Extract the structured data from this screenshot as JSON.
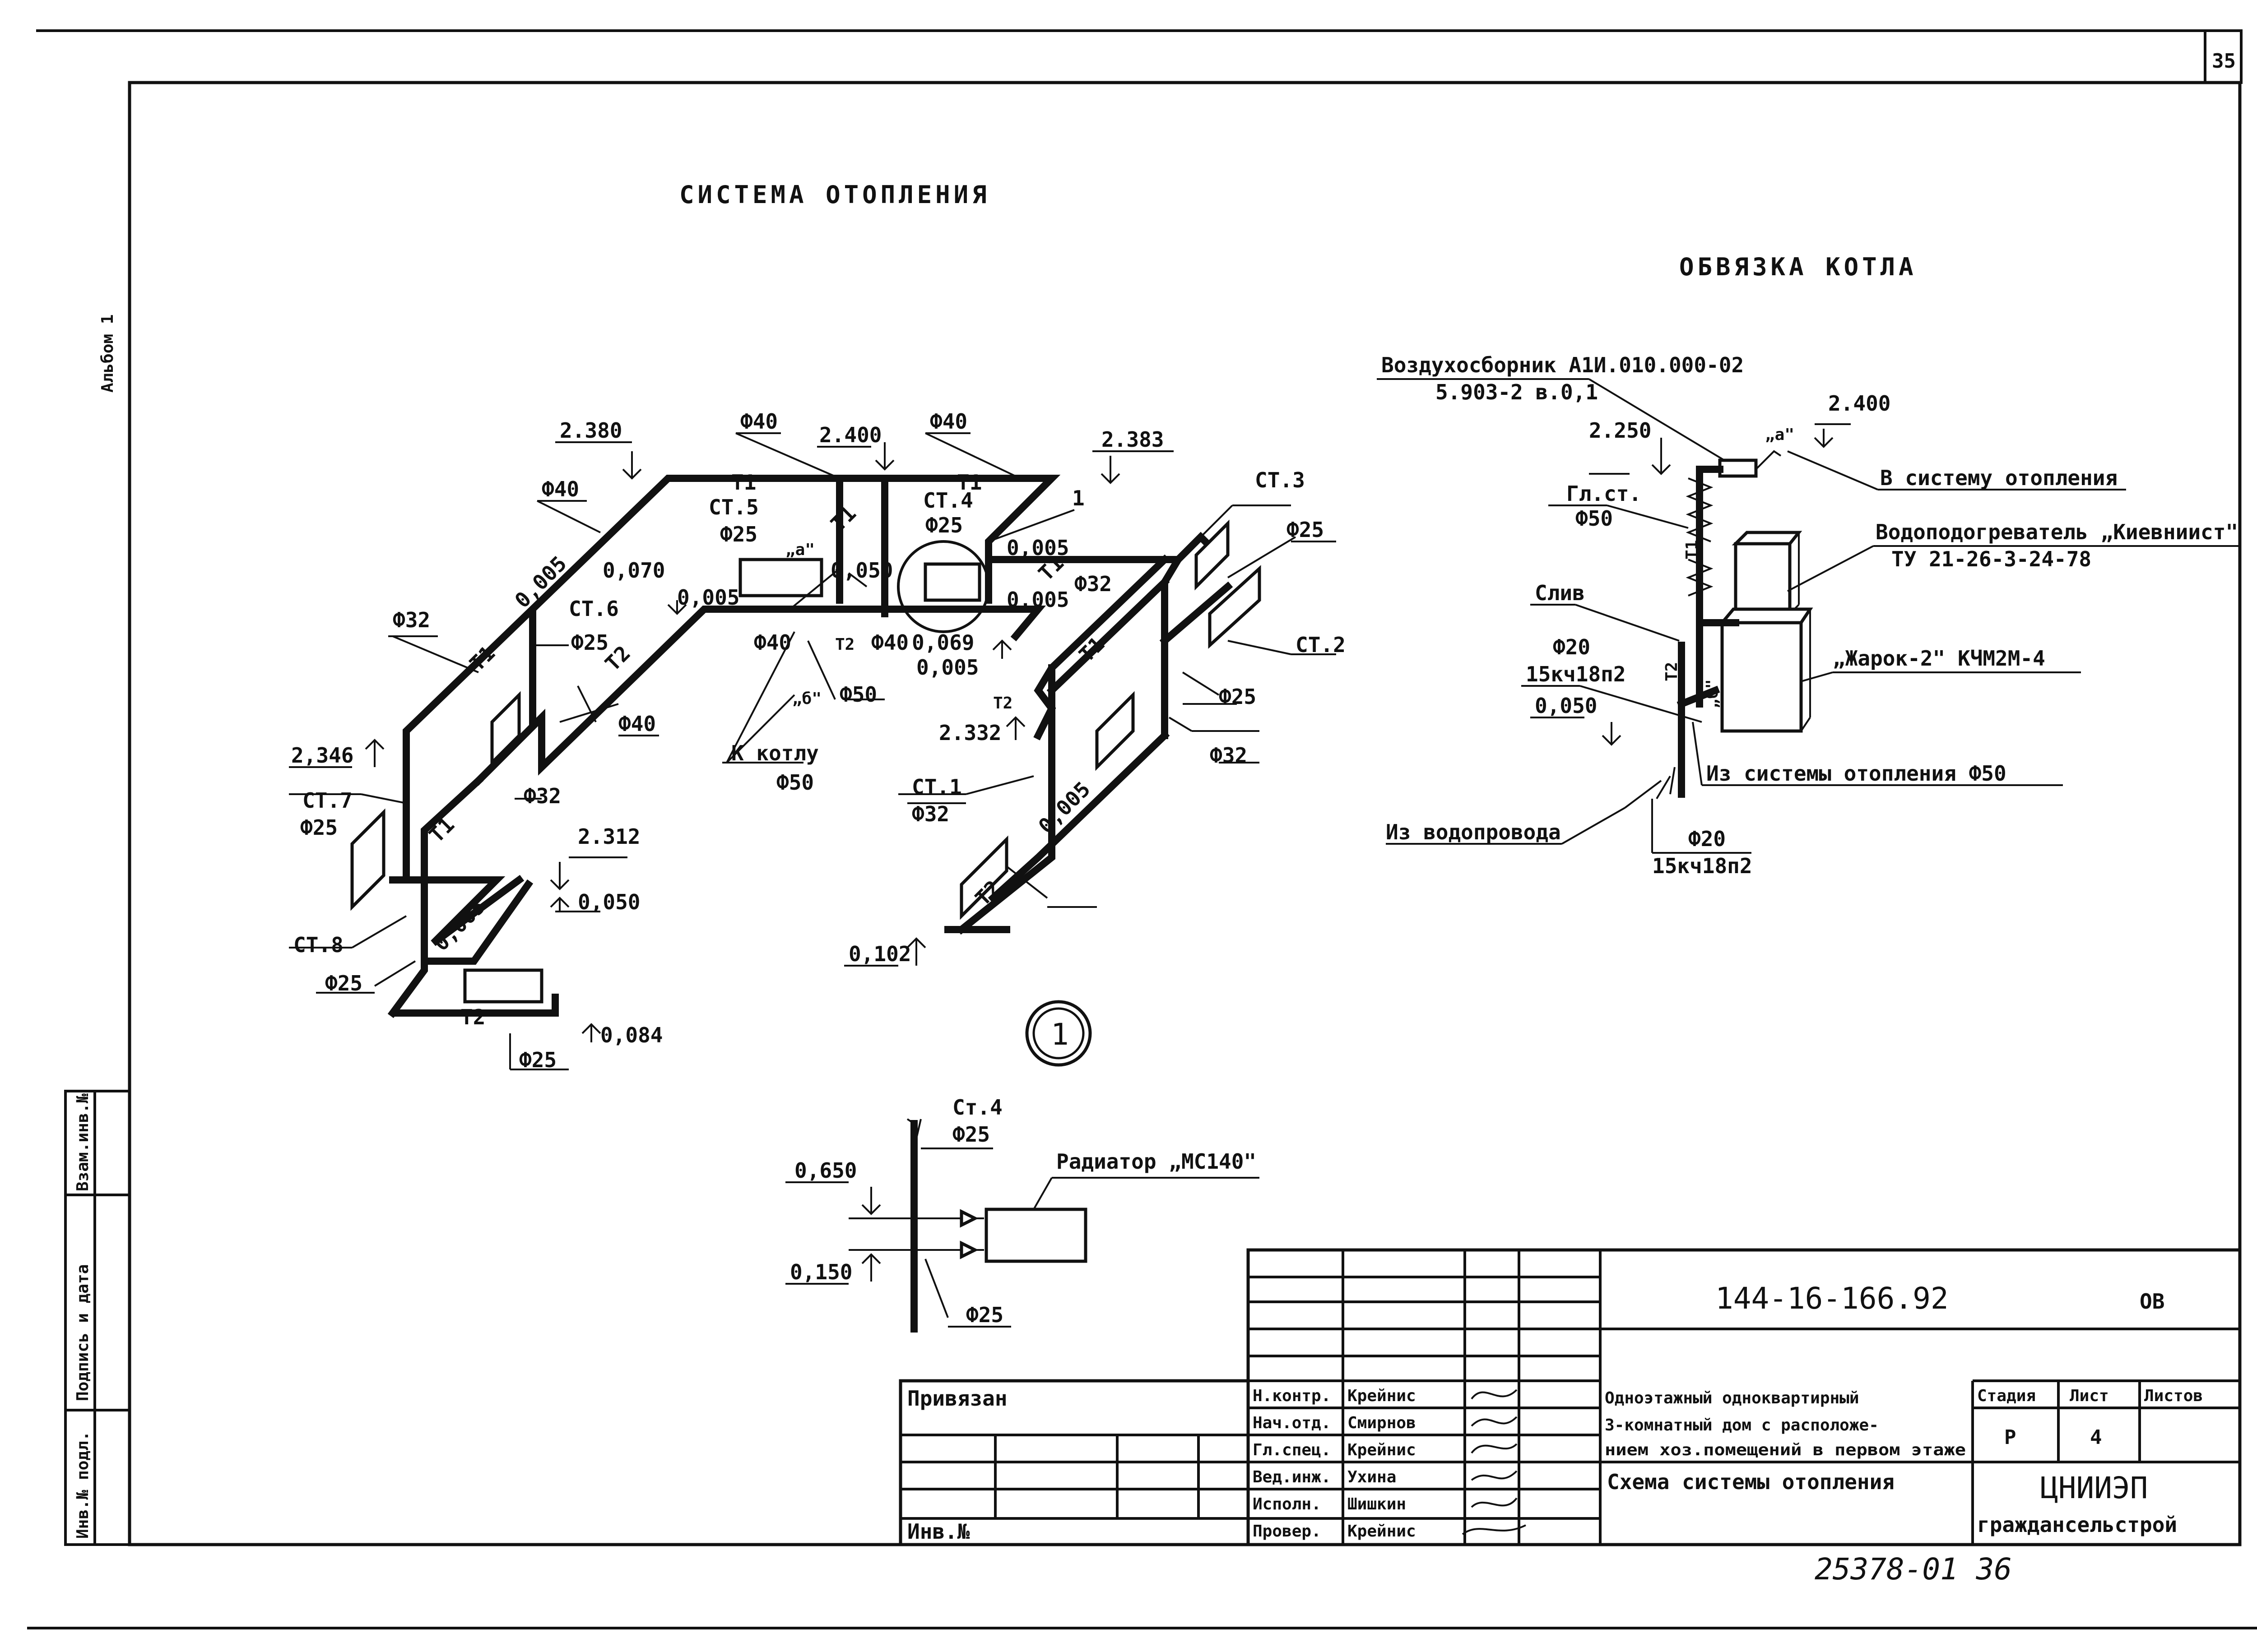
{
  "sheet": {
    "sheet_number": "35",
    "album_label": "Альбом 1"
  },
  "scheme": {
    "title": "СИСТЕМА ОТОПЛЕНИЯ",
    "elevations": [
      "2.380",
      "2.400",
      "2.383",
      "2,346",
      "2.312",
      "2.332",
      "0,070",
      "0,050",
      "0,050",
      "0,069",
      "0,084",
      "0,102"
    ],
    "slopes": [
      "0,005",
      "0,005",
      "0,005",
      "0,005",
      "0,005",
      "0,005",
      "0,005"
    ],
    "diameters": [
      "Ф40",
      "Ф40",
      "Ф40",
      "Ф40",
      "Ф40",
      "Ф40",
      "Ф32",
      "Ф32",
      "Ф32",
      "Ф32",
      "Ф32",
      "Ф25",
      "Ф25",
      "Ф25",
      "Ф25",
      "Ф25",
      "Ф25",
      "Ф25",
      "Ф25",
      "Ф50"
    ],
    "risers": [
      "СТ.1",
      "СТ.2",
      "СТ.3",
      "СТ.4",
      "СТ.5",
      "СТ.6",
      "СТ.7",
      "СТ.8"
    ],
    "pipe_codes": {
      "t1": "Т1",
      "t2": "Т2"
    },
    "node_a": "„а\"",
    "node_b": "„б\"",
    "callout_one": "1",
    "to_boiler": "К котлу",
    "to_boiler_dia": "Ф50",
    "node_marker": "1"
  },
  "boiler_piping": {
    "title": "ОБВЯЗКА КОТЛА",
    "air_collector": "Воздухосборник А1И.010.000-02",
    "air_collector_ref": "5.903-2 в.0,1",
    "to_system": "В систему отопления",
    "heater": "Водоподогреватель „Киевниист\"",
    "heater_ref": "ТУ 21-26-3-24-78",
    "boiler": "„Жарок-2\" КЧМ2М-4",
    "main_riser": "Гл.ст.",
    "main_riser_dia": "Ф50",
    "drain": "Слив",
    "valve_1_dia": "Ф20",
    "valve_1": "15кч18п2",
    "elev_low": "0,050",
    "elev_mid": "2.250",
    "elev_high": "2.400",
    "from_system": "Из системы отопления Ф50",
    "from_water": "Из водопровода",
    "valve_2_dia": "Ф20",
    "valve_2": "15кч18п2",
    "node_a": "„а\"",
    "node_b": "„б\"",
    "t1": "Т1",
    "t2": "Т2"
  },
  "node_detail": {
    "riser": "Ст.4",
    "riser_dia": "Ф25",
    "radiator": "Радиатор „МС140\"",
    "elev_top": "0,650",
    "elev_bottom": "0,150",
    "bottom_dia": "Ф25"
  },
  "title_block": {
    "doc_number": "144-16-166.92",
    "mark": "ОВ",
    "description_1": "Одноэтажный одноквартирный",
    "description_2": "3-комнатный дом с расположе-",
    "description_3": "нием хоз.помещений в первом этаже",
    "sheet_title": "Схема системы отопления",
    "stage_label": "Стадия",
    "sheet_label": "Лист",
    "sheets_label": "Листов",
    "stage": "Р",
    "sheet_no": "4",
    "org_1": "ЦНИИЭП",
    "org_2": "граждансельстрой",
    "bound": "Привязан",
    "inv_no": "Инв.№",
    "roles": [
      "Н.контр.",
      "Нач.отд.",
      "Гл.спец.",
      "Вед.инж.",
      "Исполн.",
      "Провер."
    ],
    "names": [
      "Крейнис",
      "Смирнов",
      "Крейнис",
      "Ухина",
      "Шишкин",
      "Крейнис"
    ],
    "side_stamps": [
      "Инв.№ подл.",
      "Подпись и дата",
      "Взам.инв.№"
    ],
    "footer_code": "25378-01  36"
  }
}
